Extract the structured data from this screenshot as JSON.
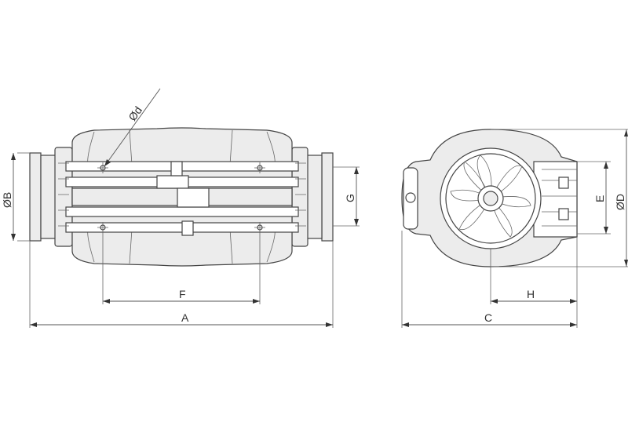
{
  "dimensions": {
    "A": "A",
    "B": "ØB",
    "C": "C",
    "D": "ØD",
    "E": "E",
    "F": "F",
    "G": "G",
    "H": "H",
    "d": "Ød"
  }
}
